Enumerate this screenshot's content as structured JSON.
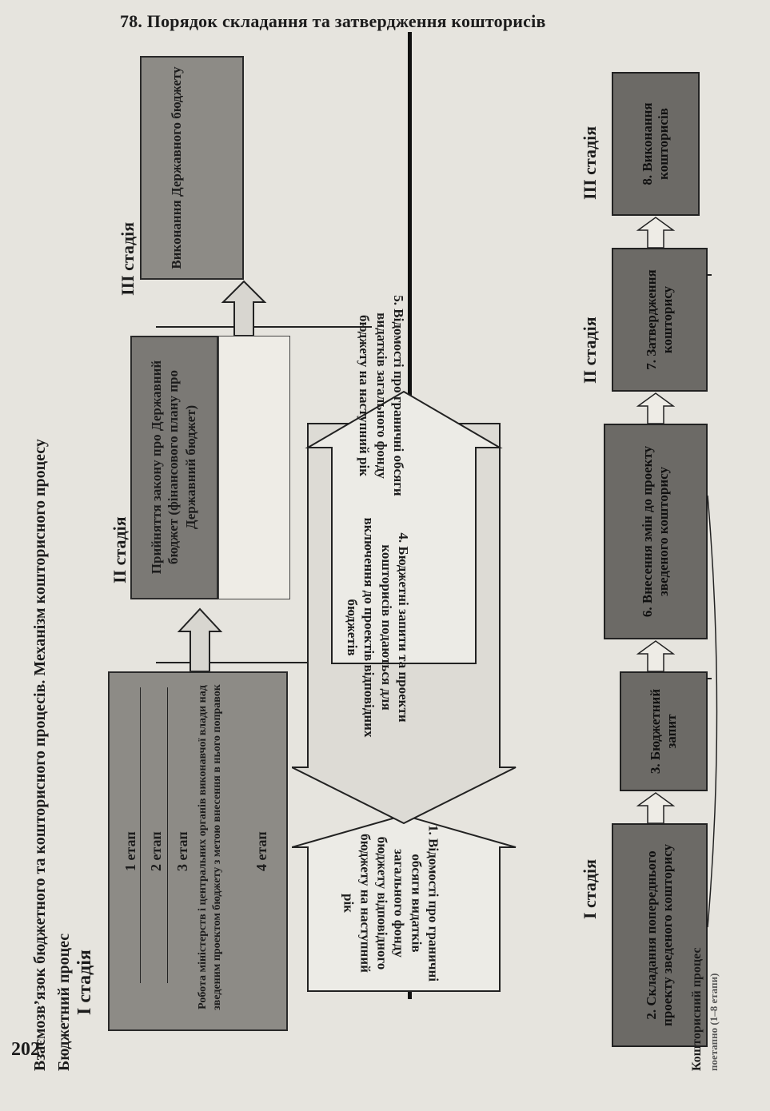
{
  "page_number": "202",
  "header": "78. Порядок складання та затвердження кошторисів",
  "side_title": "Взаємозв’язок бюджетного та кошторисного процесів. Механізм кошторисного процесу",
  "budget_process": {
    "title": "Бюджетний процес",
    "stage1": "І стадія",
    "stage2": "ІІ стадія",
    "stage3": "ІІІ стадія",
    "etap1": "1 етап",
    "etap2": "2 етап",
    "etap3": "3 етап",
    "etap3_text": "Робота міністерств і центральних органів виконавчої влади над зведеним проектом бюджету з метою внесення в нього поправок",
    "etap4": "4 етап",
    "stage2_box": "Прийняття закону про Державний бюджет (фінансового плану про Державний бюджет)",
    "stage3_box": "Виконання Державного бюджету"
  },
  "arrows": {
    "a1": "1. Відомості про граничні обсяги видатків загального фонду бюджету відповідного бюджету на наступний рік",
    "a4": "4. Бюджетні запити та проекти кошторисів подаються для включення до проектів відповідних бюджетів",
    "a5": "5. Відомості про граничні обсяги видатків загального фонду бюджету на наступний рік"
  },
  "estimate_process": {
    "title": "Кошторисний процес",
    "subtitle": "поетапно (1–8 етапи)",
    "stage1": "І стадія",
    "stage2": "ІІ стадія",
    "stage3": "ІІІ стадія",
    "step2": "2. Складання попереднього проекту зведеного кошторису",
    "step3": "3. Бюджетний запит",
    "step6": "6. Внесення змін до проекту зведеного кошторису",
    "step7": "7. Затвердження кошторису",
    "step8": "8. Виконання кошторисів"
  },
  "colors": {
    "dark_box": "#6c6a66",
    "gray_box": "#8d8b86",
    "light_box": "#eeece6",
    "line": "#111111"
  }
}
